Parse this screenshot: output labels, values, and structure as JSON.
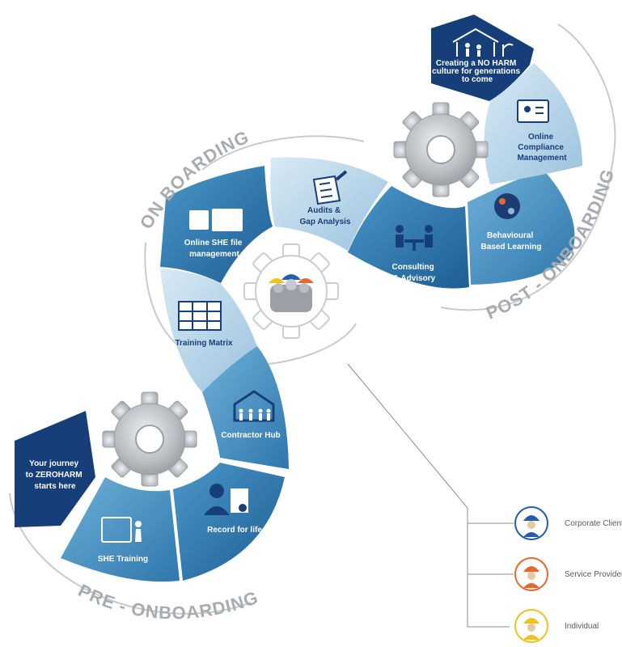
{
  "phases": {
    "pre": "PRE - ONBOARDING",
    "on": "ON BOARDING",
    "post": "POST - ONBOARDING"
  },
  "start_banner": [
    "Your journey",
    "to ZEROHARM",
    "starts here"
  ],
  "end_banner": [
    "Creating a NO HARM",
    "culture for generations",
    "to come"
  ],
  "steps": {
    "she_training": "SHE Training",
    "record_for_life": "Record for life",
    "contractor_hub": "Contractor Hub",
    "training_matrix": "Training Matrix",
    "online_she_1": "Online SHE file",
    "online_she_2": "management",
    "audits_1": "Audits &",
    "audits_2": "Gap Analysis",
    "consulting_1": "Consulting",
    "consulting_2": "& Advisory",
    "behavioural_1": "Behavioural",
    "behavioural_2": "Based Learning",
    "compliance_1": "Online",
    "compliance_2": "Compliance",
    "compliance_3": "Management"
  },
  "legend": [
    {
      "label": "Corporate Client",
      "color": "#1f5fae",
      "icon": "blue-helmet-worker-icon"
    },
    {
      "label": "Service Provider",
      "color": "#e8692c",
      "icon": "orange-helmet-worker-icon"
    },
    {
      "label": "Individual",
      "color": "#f2c21b",
      "icon": "yellow-helmet-worker-icon"
    }
  ],
  "colors": {
    "dark_navy": "#163f7a",
    "light_blue": "#b8d6ea",
    "mid_blue": "#4f93c2",
    "arc_gray": "#c3c7cb",
    "phase_text": "#a7acb1"
  }
}
